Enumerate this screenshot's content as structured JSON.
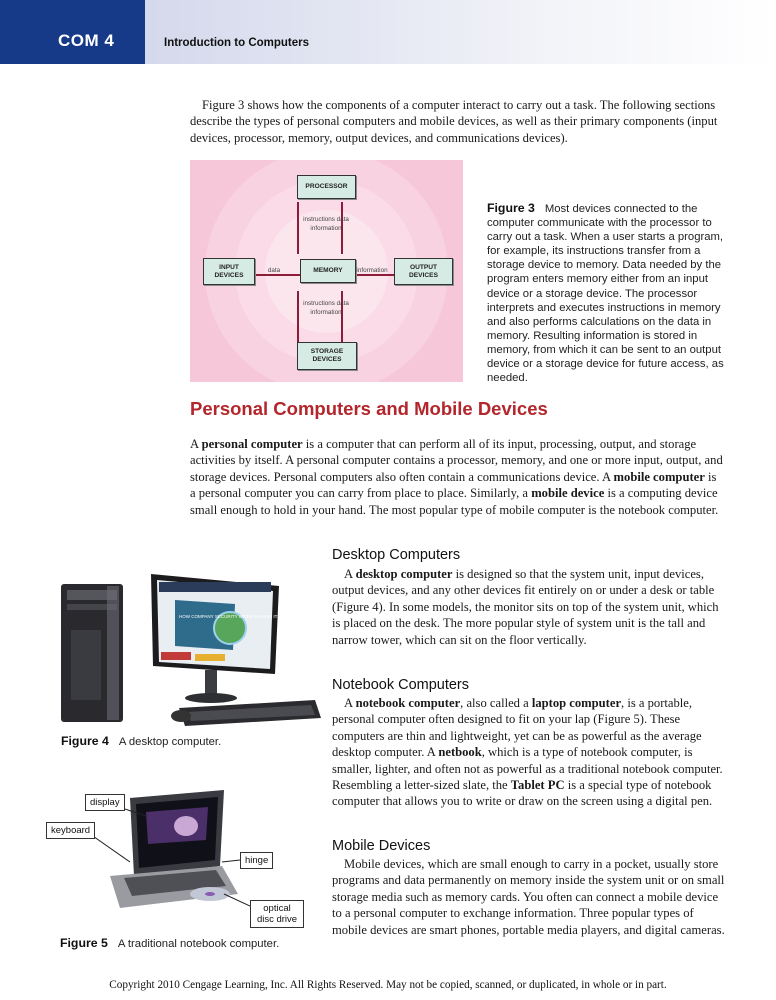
{
  "header": {
    "tab": "COM 4",
    "title": "Introduction to Computers"
  },
  "intro": "Figure 3 shows how the components of a computer interact to carry out a task. The following sections describe the types of personal computers and mobile devices, as well as their primary components (input devices, processor, memory, output devices, and communications devices).",
  "figure3": {
    "boxes": {
      "processor": "PROCESSOR",
      "input": "INPUT DEVICES",
      "memory": "MEMORY",
      "output": "OUTPUT DEVICES",
      "storage": "STORAGE DEVICES"
    },
    "labels": {
      "top": "instructions data information",
      "left": "data",
      "right": "information",
      "bottom": "instructions data information"
    },
    "caption_num": "Figure 3",
    "caption": "Most devices connected to the computer communicate with the processor to carry out a task. When a user starts a program, for example, its instructions transfer from a storage device to memory. Data needed by the program enters memory either from an input device or a storage device. The processor interprets and executes instructions in memory and also performs calculations on the data in memory. Resulting information is stored in memory, from which it can be sent to an output device or a storage device for future access, as needed."
  },
  "section": {
    "heading": "Personal Computers and Mobile Devices",
    "p1_a": "A ",
    "p1_term1": "personal computer",
    "p1_b": " is a computer that can perform all of its input, processing, output, and storage activities by itself. A personal computer contains a processor, memory, and one or more input, output, and storage devices. Personal computers also often contain a communications device. A ",
    "p1_term2": "mobile computer",
    "p1_c": " is a personal computer you can carry from place to place. Similarly, a ",
    "p1_term3": "mobile device",
    "p1_d": " is a computing device small enough to hold in your hand. The most popular type of mobile computer is the notebook computer."
  },
  "desktop": {
    "heading": "Desktop Computers",
    "a": "A ",
    "term": "desktop computer",
    "b": " is designed so that the system unit, input devices, output devices, and any other devices fit entirely on or under a desk or table (Figure 4). In some models, the monitor sits on top of the system unit, which is placed on the desk. The more popular style of system unit is the tall and narrow tower, which can sit on the floor vertically."
  },
  "notebook": {
    "heading": "Notebook Computers",
    "a": "A ",
    "term1": "notebook computer",
    "b": ", also called a ",
    "term2": "laptop computer",
    "c": ", is a portable, personal computer often designed to fit on your lap (Figure 5). These computers are thin and lightweight, yet can be as powerful as the average desktop computer. A ",
    "term3": "netbook",
    "d": ", which is a type of notebook computer, is smaller, lighter, and often not as powerful as a traditional notebook computer. Resembling a letter-sized slate, the ",
    "term4": "Tablet PC",
    "e": " is a special type of notebook computer that allows you to write or draw on the screen using a digital pen."
  },
  "mobile": {
    "heading": "Mobile Devices",
    "text": "Mobile devices, which are small enough to carry in a pocket, usually store programs and data permanently on memory inside the system unit or on small storage media such as memory cards. You often can connect a mobile device to a personal computer to exchange information. Three popular types of mobile devices are smart phones, portable media players, and digital cameras."
  },
  "figure4": {
    "caption_num": "Figure 4",
    "caption": "A desktop computer.",
    "screen_text": "HOW COMPANY SECURITY WE'RE MAKING IT SIMPLE"
  },
  "figure5": {
    "caption_num": "Figure 5",
    "caption": "A traditional notebook computer.",
    "callouts": {
      "display": "display",
      "keyboard": "keyboard",
      "hinge": "hinge",
      "optical": "optical disc drive"
    }
  },
  "footer": "Copyright 2010 Cengage Learning, Inc. All Rights Reserved. May not be copied, scanned, or duplicated, in whole or in part.",
  "colors": {
    "header_blue": "#163a87",
    "heading_red": "#b3262c",
    "figure_bg": "#f6c7d8",
    "box_fill": "#d7ebe5"
  }
}
